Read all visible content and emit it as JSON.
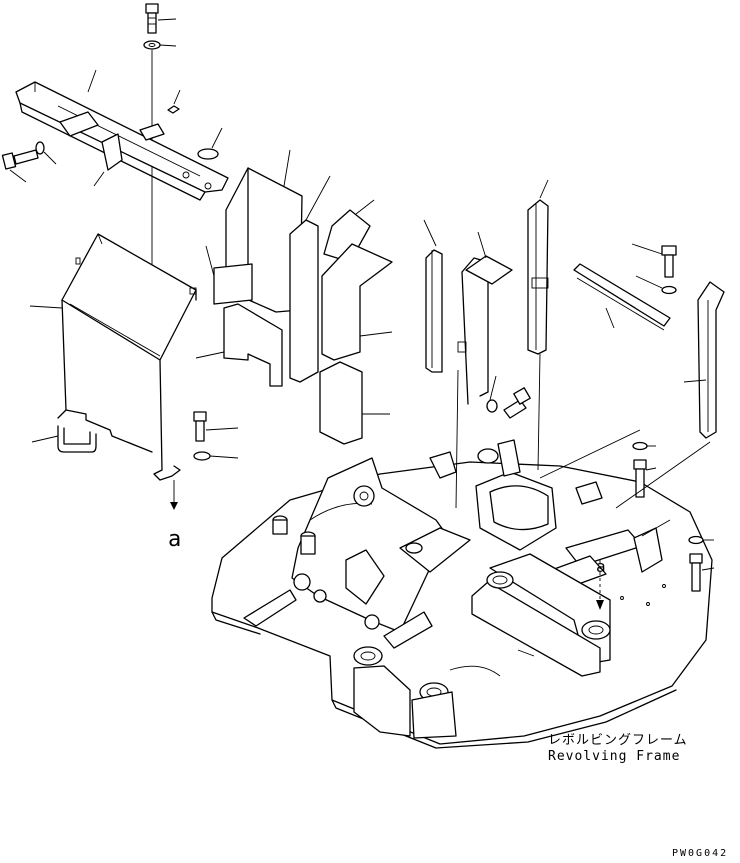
{
  "diagram": {
    "ref_letter_left": "a",
    "ref_letter_right": "a",
    "frame_label_jp": "レボルビングフレーム",
    "frame_label_en": "Revolving Frame",
    "drawing_code": "PW0G042"
  }
}
